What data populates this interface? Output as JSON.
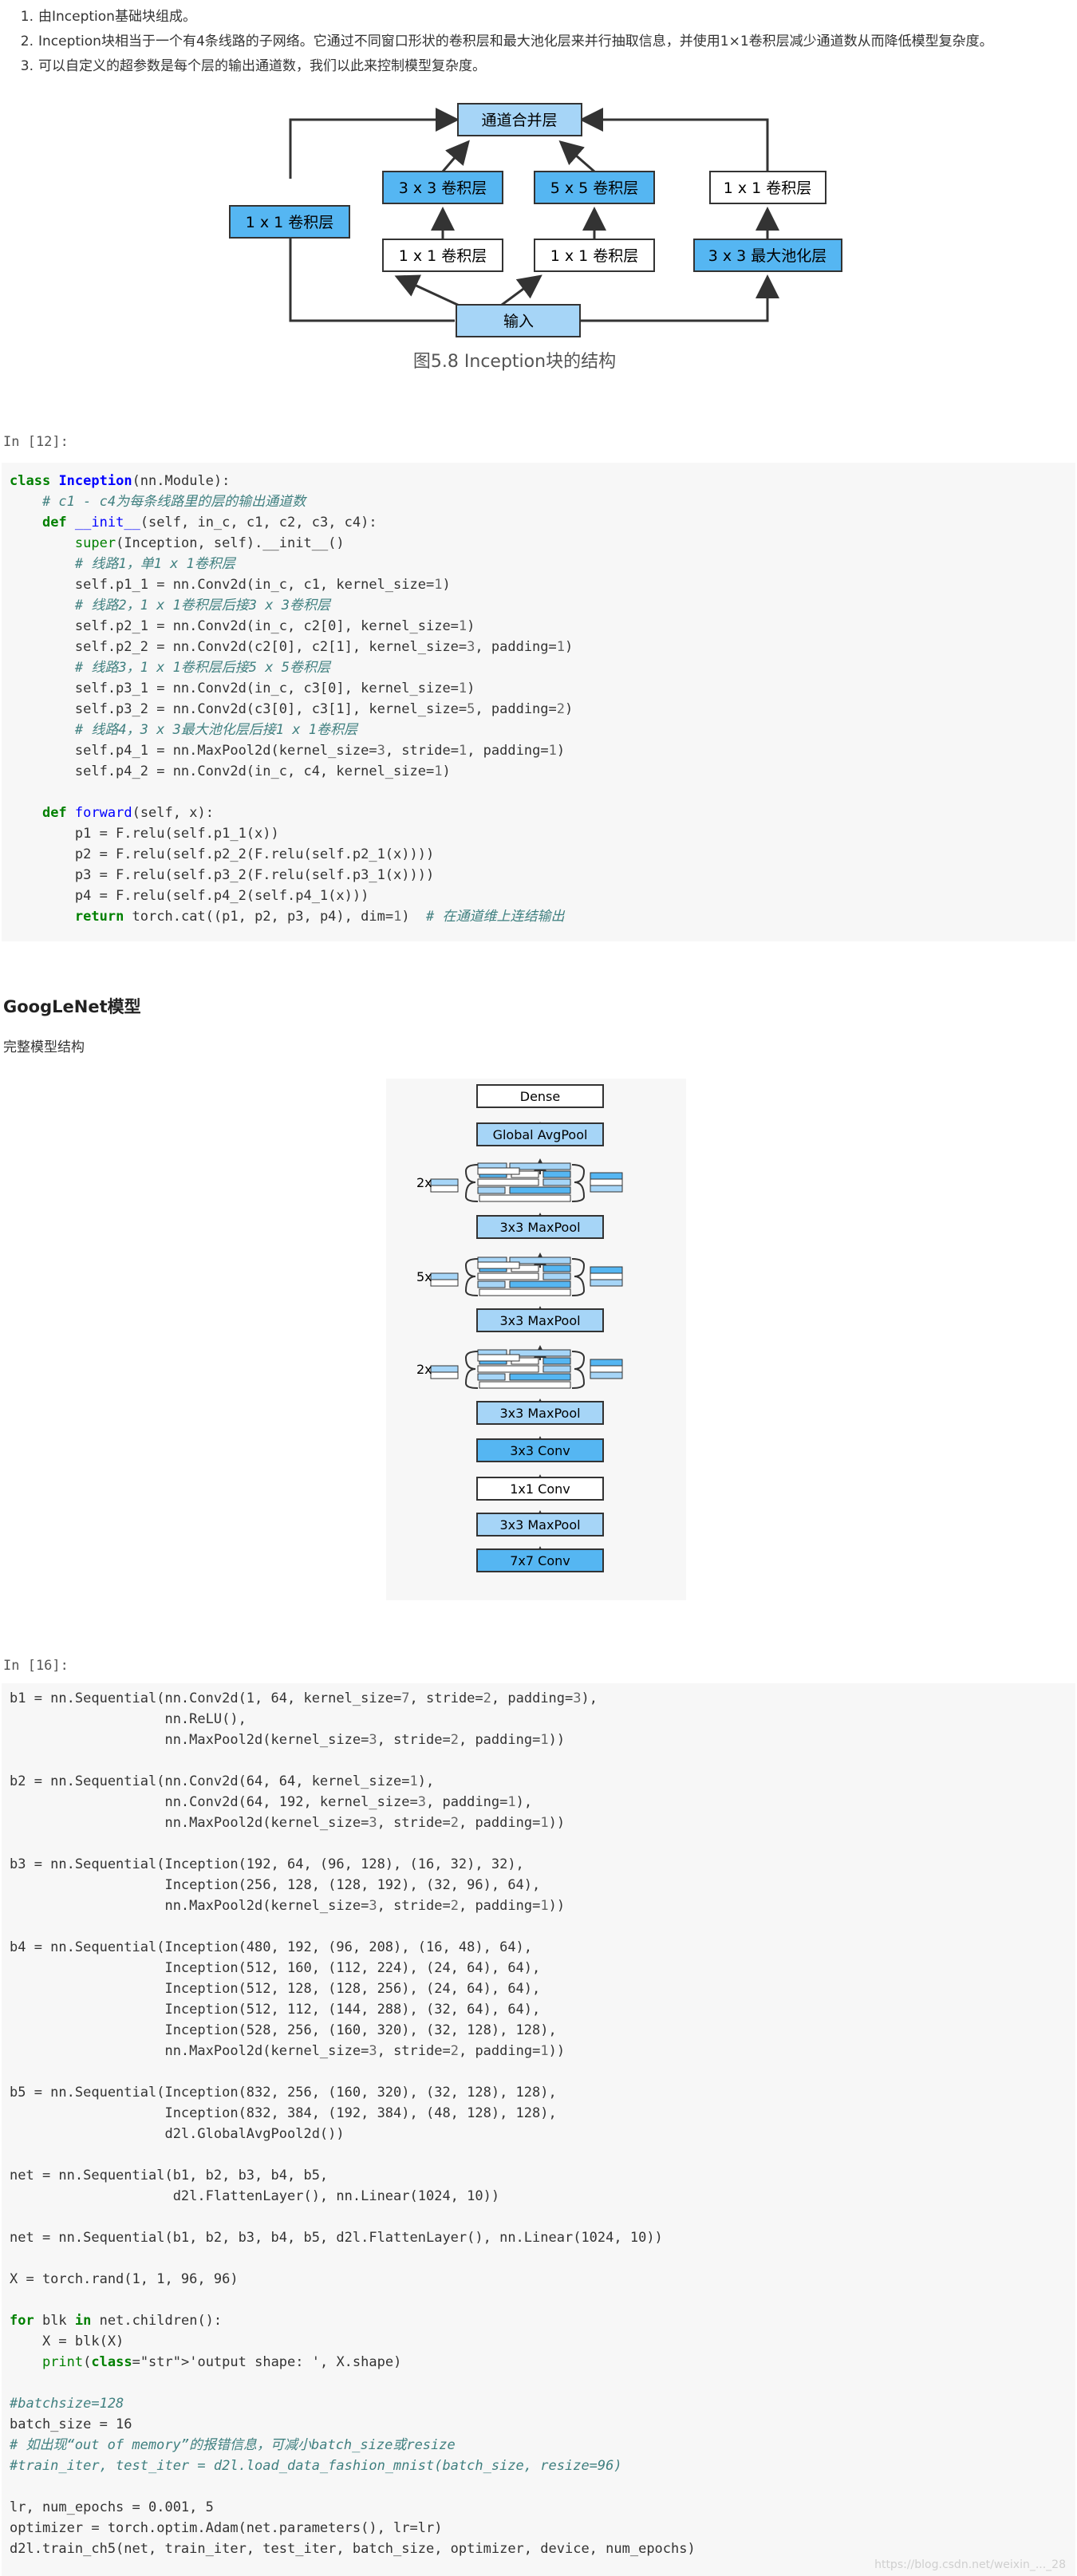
{
  "intro_list": [
    {
      "num": "1.",
      "text": "由Inception基础块组成。"
    },
    {
      "num": "2.",
      "text": "Inception块相当于一个有4条线路的子网络。它通过不同窗口形状的卷积层和最大池化层来并行抽取信息，并使用1×1卷积层减少通道数从而降低模型复杂度。"
    },
    {
      "num": "3.",
      "text": "可以自定义的超参数是每个层的输出通道数，我们以此来控制模型复杂度。"
    }
  ],
  "inception_diagram": {
    "concat": "通道合并层",
    "conv1x1_left": "1 x 1 卷积层",
    "conv3x3": "3 x 3 卷积层",
    "conv5x5": "5 x 5 卷积层",
    "conv1x1_right": "1 x 1 卷积层",
    "conv1x1_a": "1 x 1 卷积层",
    "conv1x1_b": "1 x 1 卷积层",
    "maxpool": "3 x 3 最大池化层",
    "input": "输入",
    "caption": "图5.8 Inception块的结构"
  },
  "cell1_prompt": "In [12]:",
  "cell2_prompt": "In [16]:",
  "section_title": "GoogLeNet模型",
  "section_subtitle": "完整模型结构",
  "googlenet_diagram": {
    "dense": "Dense",
    "avgpool": "Global AvgPool",
    "mult1": "2x",
    "maxpool1": "3x3 MaxPool",
    "mult2": "5x",
    "maxpool2": "3x3 MaxPool",
    "mult3": "2x",
    "maxpool3": "3x3 MaxPool",
    "conv3x3": "3x3 Conv",
    "conv1x1": "1x1 Conv",
    "maxpool4": "3x3 MaxPool",
    "conv7x7": "7x7 Conv"
  },
  "code1": [
    "class Inception(nn.Module):",
    "    # c1 - c4为每条线路里的层的输出通道数",
    "    def __init__(self, in_c, c1, c2, c3, c4):",
    "        super(Inception, self).__init__()",
    "        # 线路1，单1 x 1卷积层",
    "        self.p1_1 = nn.Conv2d(in_c, c1, kernel_size=1)",
    "        # 线路2，1 x 1卷积层后接3 x 3卷积层",
    "        self.p2_1 = nn.Conv2d(in_c, c2[0], kernel_size=1)",
    "        self.p2_2 = nn.Conv2d(c2[0], c2[1], kernel_size=3, padding=1)",
    "        # 线路3，1 x 1卷积层后接5 x 5卷积层",
    "        self.p3_1 = nn.Conv2d(in_c, c3[0], kernel_size=1)",
    "        self.p3_2 = nn.Conv2d(c3[0], c3[1], kernel_size=5, padding=2)",
    "        # 线路4，3 x 3最大池化层后接1 x 1卷积层",
    "        self.p4_1 = nn.MaxPool2d(kernel_size=3, stride=1, padding=1)",
    "        self.p4_2 = nn.Conv2d(in_c, c4, kernel_size=1)",
    "",
    "    def forward(self, x):",
    "        p1 = F.relu(self.p1_1(x))",
    "        p2 = F.relu(self.p2_2(F.relu(self.p2_1(x))))",
    "        p3 = F.relu(self.p3_2(F.relu(self.p3_1(x))))",
    "        p4 = F.relu(self.p4_2(self.p4_1(x)))",
    "        return torch.cat((p1, p2, p3, p4), dim=1)  # 在通道维上连结输出"
  ],
  "code2": [
    "b1 = nn.Sequential(nn.Conv2d(1, 64, kernel_size=7, stride=2, padding=3),",
    "                   nn.ReLU(),",
    "                   nn.MaxPool2d(kernel_size=3, stride=2, padding=1))",
    "",
    "b2 = nn.Sequential(nn.Conv2d(64, 64, kernel_size=1),",
    "                   nn.Conv2d(64, 192, kernel_size=3, padding=1),",
    "                   nn.MaxPool2d(kernel_size=3, stride=2, padding=1))",
    "",
    "b3 = nn.Sequential(Inception(192, 64, (96, 128), (16, 32), 32),",
    "                   Inception(256, 128, (128, 192), (32, 96), 64),",
    "                   nn.MaxPool2d(kernel_size=3, stride=2, padding=1))",
    "",
    "b4 = nn.Sequential(Inception(480, 192, (96, 208), (16, 48), 64),",
    "                   Inception(512, 160, (112, 224), (24, 64), 64),",
    "                   Inception(512, 128, (128, 256), (24, 64), 64),",
    "                   Inception(512, 112, (144, 288), (32, 64), 64),",
    "                   Inception(528, 256, (160, 320), (32, 128), 128),",
    "                   nn.MaxPool2d(kernel_size=3, stride=2, padding=1))",
    "",
    "b5 = nn.Sequential(Inception(832, 256, (160, 320), (32, 128), 128),",
    "                   Inception(832, 384, (192, 384), (48, 128), 128),",
    "                   d2l.GlobalAvgPool2d())",
    "",
    "net = nn.Sequential(b1, b2, b3, b4, b5,",
    "                    d2l.FlattenLayer(), nn.Linear(1024, 10))",
    "",
    "net = nn.Sequential(b1, b2, b3, b4, b5, d2l.FlattenLayer(), nn.Linear(1024, 10))",
    "",
    "X = torch.rand(1, 1, 96, 96)",
    "",
    "for blk in net.children():",
    "    X = blk(X)",
    "    print('output shape: ', X.shape)",
    "",
    "#batchsize=128",
    "batch_size = 16",
    "# 如出现“out of memory”的报错信息，可减小batch_size或resize",
    "#train_iter, test_iter = d2l.load_data_fashion_mnist(batch_size, resize=96)",
    "",
    "lr, num_epochs = 0.001, 5",
    "optimizer = torch.optim.Adam(net.parameters(), lr=lr)",
    "d2l.train_ch5(net, train_iter, test_iter, batch_size, optimizer, device, num_epochs)"
  ],
  "watermark": "https://blog.csdn.net/weixin_..._28"
}
